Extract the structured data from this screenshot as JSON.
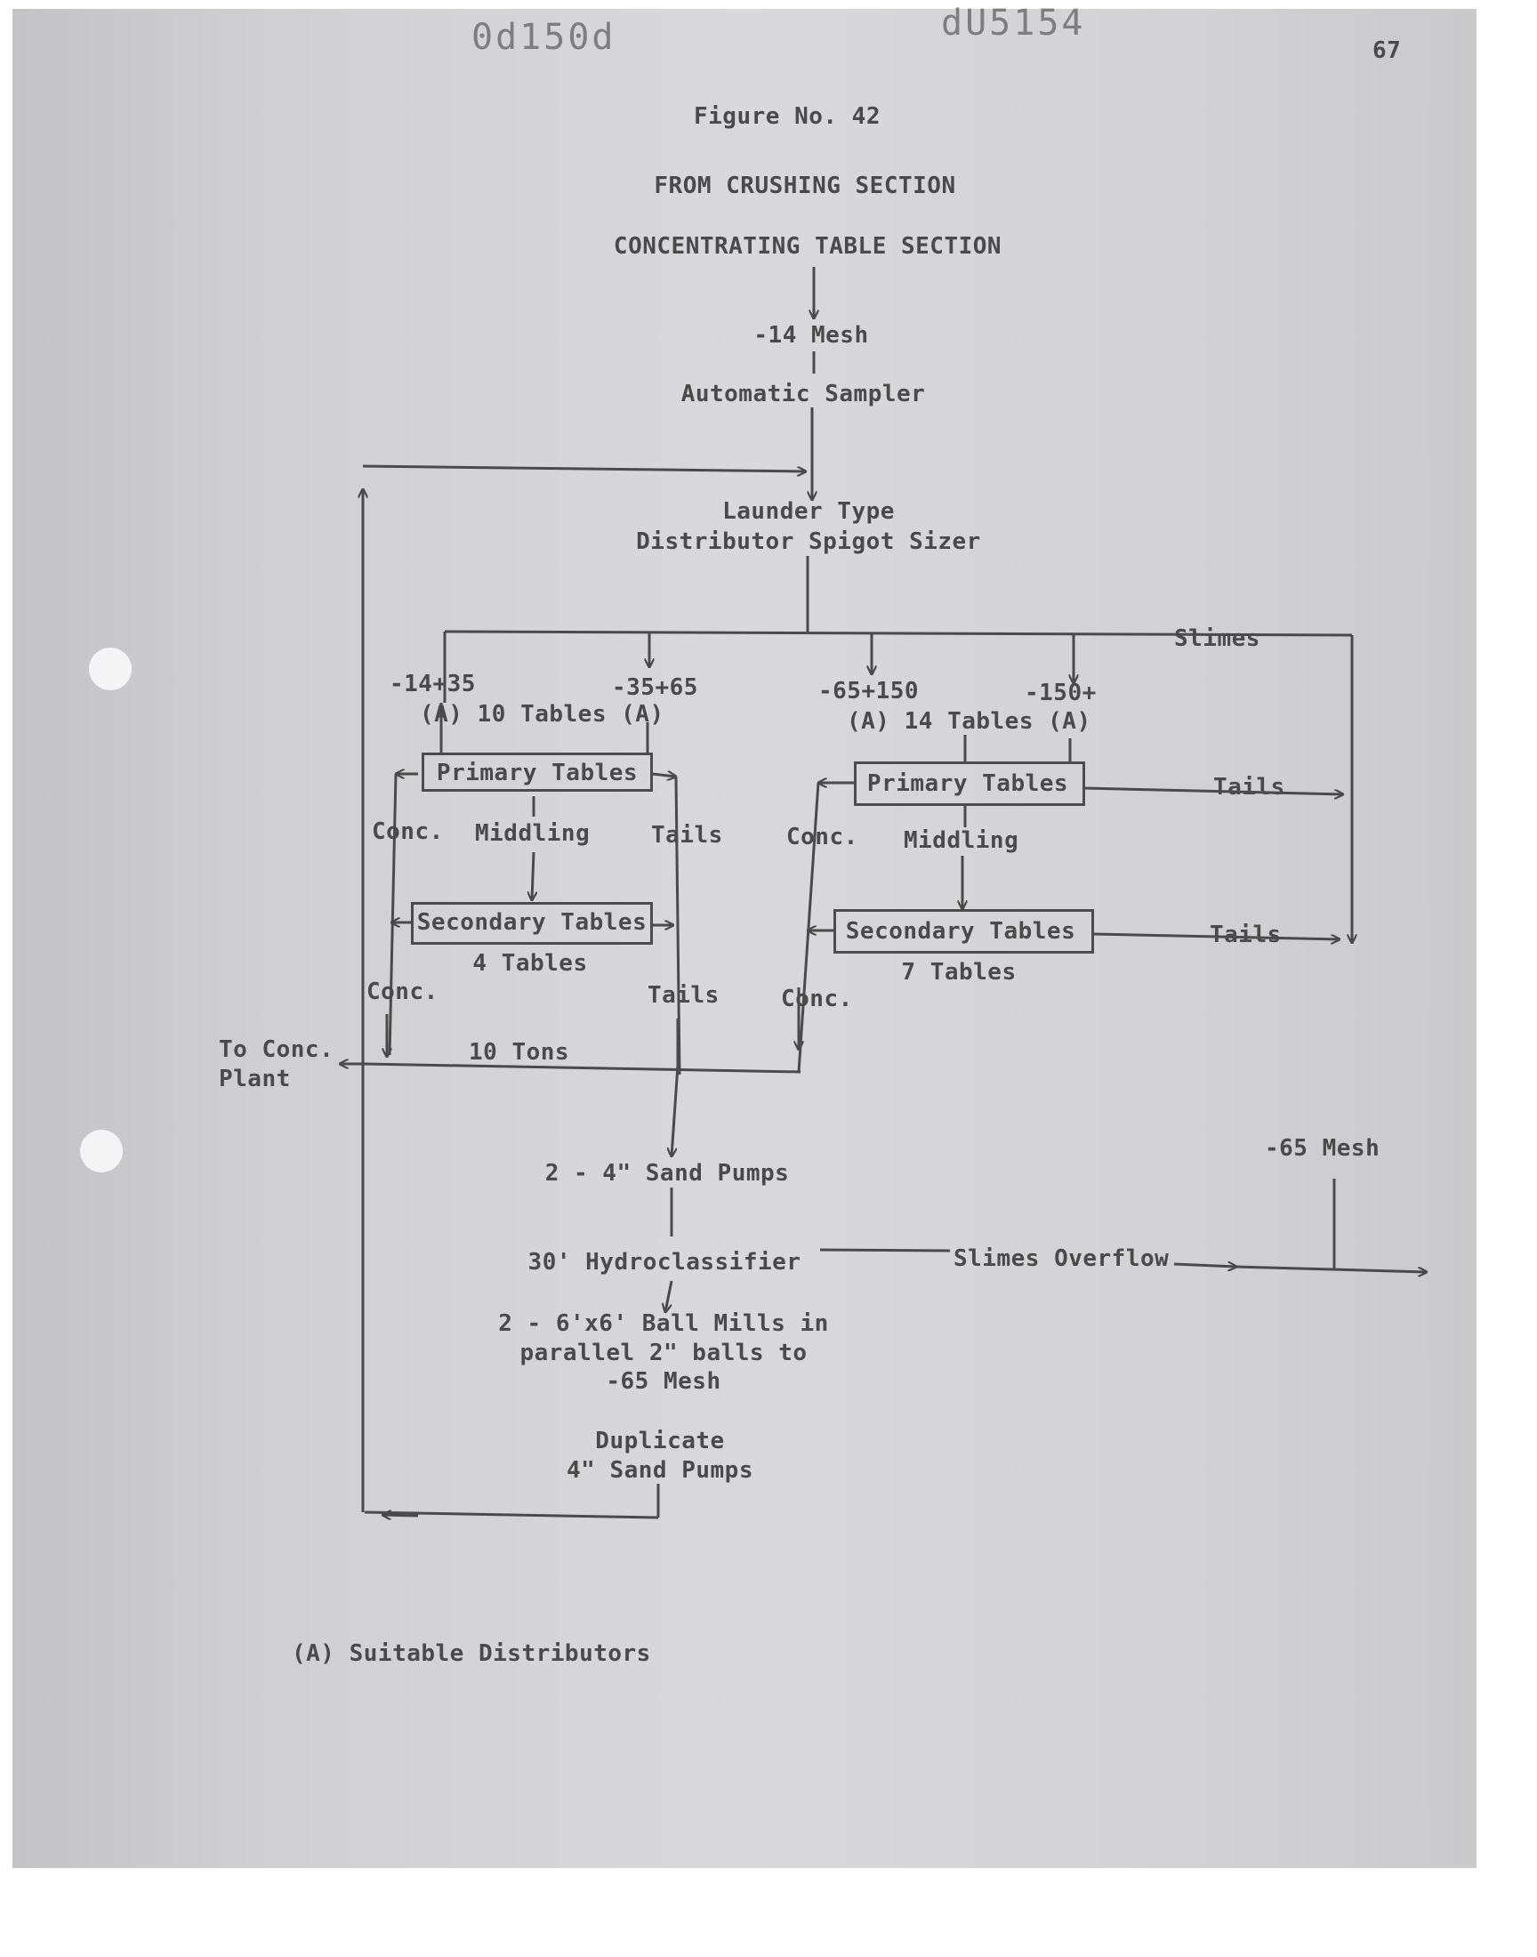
{
  "page": {
    "stamp_left": "0d150d",
    "stamp_right": "dU5154",
    "page_number": "67",
    "figure_title": "Figure No. 42",
    "heading_1": "FROM CRUSHING SECTION",
    "heading_2": "CONCENTRATING TABLE SECTION",
    "footnote": "(A) Suitable Distributors"
  },
  "flow": {
    "mesh_14": "-14 Mesh",
    "sampler": "Automatic Sampler",
    "sizer_line1": "Launder Type",
    "sizer_line2": "Distributor Spigot Sizer",
    "slimes": "Slimes",
    "left": {
      "size_a": "-14+35",
      "size_b": "-35+65",
      "tables_count": "(A) 10 Tables (A)",
      "primary": "Primary Tables",
      "conc": "Conc.",
      "middling": "Middling",
      "tails": "Tails",
      "secondary": "Secondary Tables",
      "secondary_count": "4 Tables",
      "conc_2": "Conc.",
      "tails_2": "Tails"
    },
    "right": {
      "size_a": "-65+150",
      "size_b": "-150+",
      "tables_count": "(A) 14 Tables (A)",
      "primary": "Primary Tables",
      "tails": "Tails",
      "conc": "Conc.",
      "middling": "Middling",
      "secondary": "Secondary Tables",
      "tails_2": "Tails",
      "secondary_count": "7 Tables",
      "conc_2": "Conc."
    },
    "to_conc_plant": "To Conc.\nPlant",
    "tons": "10 Tons",
    "mesh_65": "-65 Mesh",
    "sand_pumps": "2 - 4\" Sand Pumps",
    "hydroclassifier": "30' Hydroclassifier",
    "slimes_overflow": "Slimes Overflow",
    "ball_mills": "2 - 6'x6' Ball Mills in\nparallel 2\" balls to\n-65 Mesh",
    "duplicate_pumps": "Duplicate\n4\" Sand Pumps"
  },
  "colors": {
    "ink": "#4a4a4a",
    "paper": "#d4d4d6"
  }
}
